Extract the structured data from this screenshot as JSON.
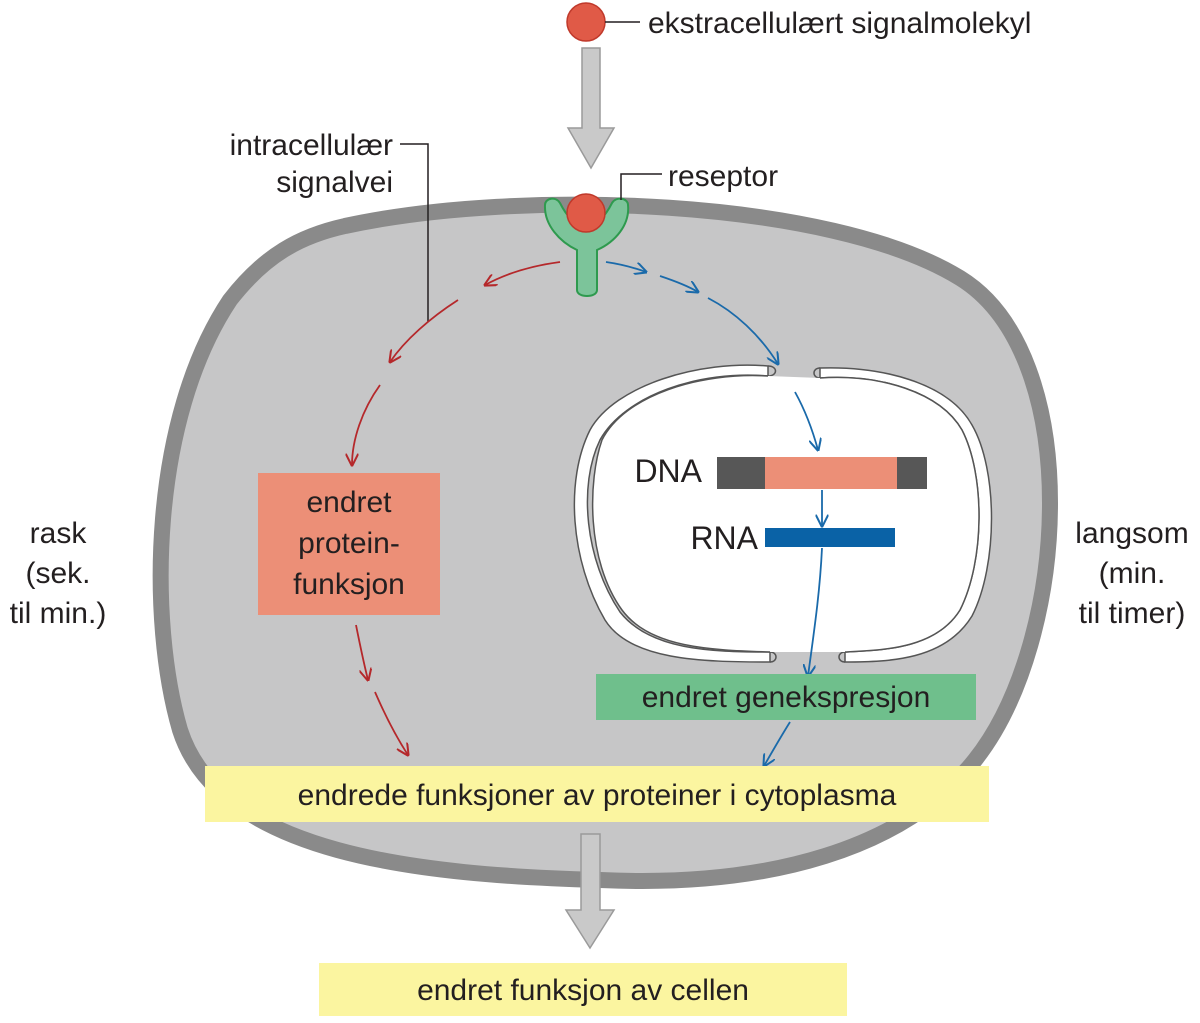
{
  "labels": {
    "signal_molecule": "ekstracellulært signalmolekyl",
    "pathway_line1": "intracellulær",
    "pathway_line2": "signalvei",
    "receptor": "reseptor",
    "dna": "DNA",
    "rna": "RNA",
    "protein_box": [
      "endret",
      "protein-",
      "funksjon"
    ],
    "gene_expression_box": "endret genekspresjon",
    "cytoplasm_box": "endrede funksjoner av proteiner i cytoplasma",
    "cell_box": "endret funksjon av cellen",
    "fast": [
      "rask",
      "(sek.",
      "til min.)"
    ],
    "slow": [
      "langsom",
      "(min.",
      "til timer)"
    ]
  },
  "colors": {
    "membrane": "#8a8a8a",
    "cytoplasm": "#c6c6c7",
    "signal": "#e05a47",
    "receptor": "#7cc49a",
    "fast_path": "#b5282b",
    "slow_path": "#1a6aaa",
    "protein_box": "#ec8f77",
    "gene_box": "#6fbf8c",
    "yellow_box": "#fbf5a0",
    "rna_bar": "#0a62a6",
    "dna_end": "#575757",
    "dna_mid": "#ec8f77"
  },
  "icons": {
    "flow_arrow": "gray-block-arrow",
    "signal": "red-circle",
    "receptor": "y-shaped-receptor"
  }
}
